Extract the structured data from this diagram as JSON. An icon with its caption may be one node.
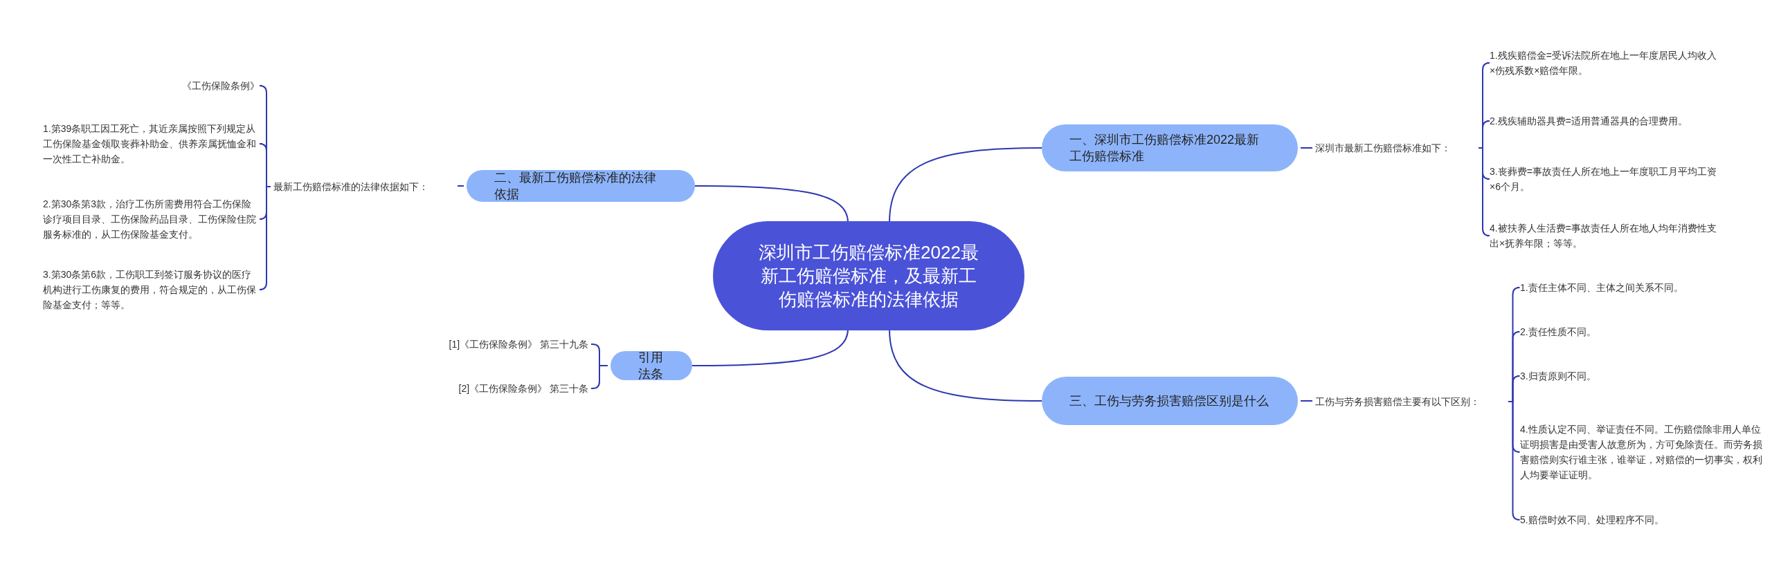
{
  "diagram": {
    "nodes": [
      {
        "text": [
          "深圳市工伤赔偿标准2022最新工伤赔偿标准，及最新工伤赔偿标准的法律依据"
        ]
      },
      {
        "text": [
          "一、深圳市工伤赔偿标准2022最新工伤赔偿标准"
        ]
      },
      {
        "text": [
          "深圳市最新工伤赔偿标准如下："
        ]
      },
      {
        "text": [
          "1.残疾赔偿金=受诉法院所在地上一年度居民人均收入×伤残系数×赔偿年限。"
        ]
      },
      {
        "text": [
          "2.残疾辅助器具费=适用普通器具的合理费用。"
        ]
      },
      {
        "text": [
          "3.丧葬费=事故责任人所在地上一年度职工月平均工资×6个月。"
        ]
      },
      {
        "text": [
          "4.被扶养人生活费=事故责任人所在地人均年消费性支出×抚养年限；等等。"
        ]
      },
      {
        "text": [
          "二、最新工伤赔偿标准的法律依据"
        ]
      },
      {
        "text": [
          "最新工伤赔偿标准的法律依据如下："
        ]
      },
      {
        "text": [
          "《工伤保险条例》"
        ]
      },
      {
        "text": [
          "1.第39条职工因工死亡，其近亲属按照下列规定从工伤保险基金领取丧葬补助金、供养亲属抚恤金和一次性工亡补助金。"
        ]
      },
      {
        "text": [
          "2.第30条第3款，治疗工伤所需费用符合工伤保险诊疗项目目录、工伤保险药品目录、工伤保险住院服务标准的，从工伤保险基金支付。"
        ]
      },
      {
        "text": [
          "3.第30条第6款，工伤职工到签订服务协议的医疗机构进行工伤康复的费用，符合规定的，从工伤保险基金支付；等等。"
        ]
      },
      {
        "text": [
          "引用法条"
        ]
      },
      {
        "text": [
          "[1]《工伤保险条例》 第三十九条"
        ]
      },
      {
        "text": [
          "[2]《工伤保险条例》 第三十条"
        ]
      },
      {
        "text": [
          "三、工伤与劳务损害赔偿区别是什么"
        ]
      },
      {
        "text": [
          "工伤与劳务损害赔偿主要有以下区别："
        ]
      },
      {
        "text": [
          "1.责任主体不同、主体之间关系不同。"
        ]
      },
      {
        "text": [
          "2.责任性质不同。"
        ]
      },
      {
        "text": [
          "3.归责原则不同。"
        ]
      },
      {
        "text": [
          "4.性质认定不同、举证责任不同。工伤赔偿除非用人单位证明损害是由受害人故意所为，方可免除责任。而劳务损害赔偿则实行谁主张，谁举证，对赔偿的一切事实，权利人均要举证证明。"
        ]
      },
      {
        "text": [
          "5.赔偿时效不同、处理程序不同。"
        ]
      }
    ],
    "edges": [
      {
        "from": 0,
        "to": 1,
        "arrow": "none"
      },
      {
        "from": 0,
        "to": 7,
        "arrow": "none"
      },
      {
        "from": 0,
        "to": 13,
        "arrow": "none"
      },
      {
        "from": 0,
        "to": 16,
        "arrow": "none"
      },
      {
        "from": 1,
        "to": 2,
        "arrow": "none"
      },
      {
        "from": 2,
        "to": 3,
        "arrow": "none"
      },
      {
        "from": 2,
        "to": 4,
        "arrow": "none"
      },
      {
        "from": 2,
        "to": 5,
        "arrow": "none"
      },
      {
        "from": 2,
        "to": 6,
        "arrow": "none"
      },
      {
        "from": 7,
        "to": 8,
        "arrow": "none"
      },
      {
        "from": 8,
        "to": 9,
        "arrow": "none"
      },
      {
        "from": 8,
        "to": 10,
        "arrow": "none"
      },
      {
        "from": 8,
        "to": 11,
        "arrow": "none"
      },
      {
        "from": 8,
        "to": 12,
        "arrow": "none"
      },
      {
        "from": 13,
        "to": 14,
        "arrow": "none"
      },
      {
        "from": 13,
        "to": 15,
        "arrow": "none"
      },
      {
        "from": 16,
        "to": 17,
        "arrow": "none"
      },
      {
        "from": 17,
        "to": 18,
        "arrow": "none"
      },
      {
        "from": 17,
        "to": 19,
        "arrow": "none"
      },
      {
        "from": 17,
        "to": 20,
        "arrow": "none"
      },
      {
        "from": 17,
        "to": 21,
        "arrow": "none"
      },
      {
        "from": 17,
        "to": 22,
        "arrow": "none"
      }
    ]
  }
}
